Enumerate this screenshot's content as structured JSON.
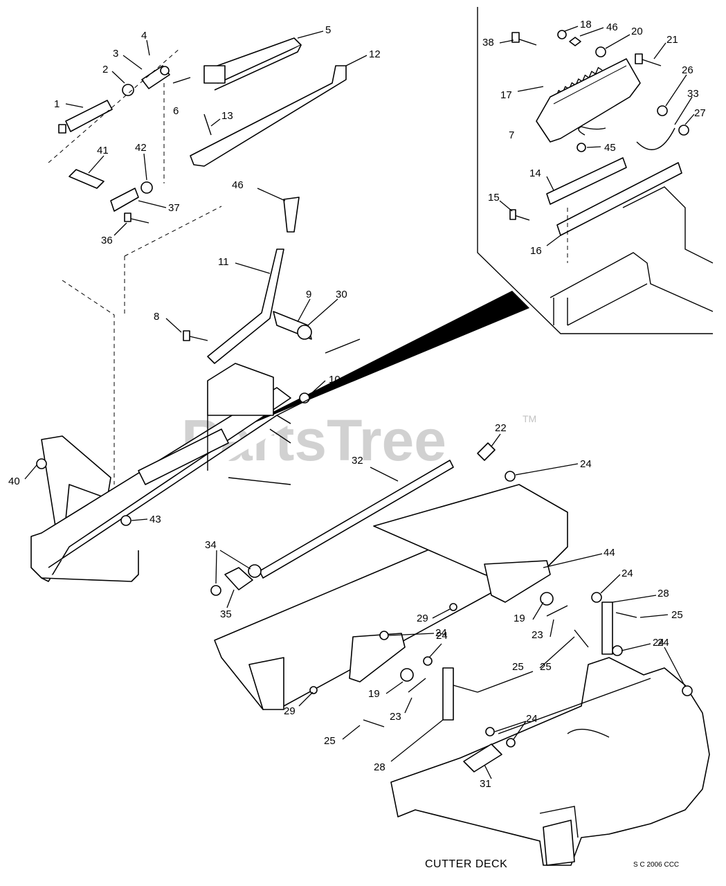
{
  "watermark": {
    "text": "PartsTree",
    "trademark": "TM"
  },
  "caption": "CUTTER DECK",
  "copyright": "S C 2006 CCC",
  "callouts": [
    "1",
    "2",
    "3",
    "4",
    "5",
    "6",
    "7",
    "8",
    "9",
    "10",
    "11",
    "12",
    "13",
    "14",
    "15",
    "16",
    "17",
    "18",
    "19",
    "19",
    "20",
    "21",
    "22",
    "23",
    "23",
    "24",
    "24",
    "24",
    "24",
    "24",
    "24",
    "24",
    "25",
    "25",
    "25",
    "25",
    "26",
    "27",
    "28",
    "28",
    "29",
    "29",
    "30",
    "31",
    "32",
    "33",
    "34",
    "35",
    "36",
    "37",
    "38",
    "40",
    "41",
    "42",
    "43",
    "44",
    "45",
    "46",
    "46"
  ]
}
